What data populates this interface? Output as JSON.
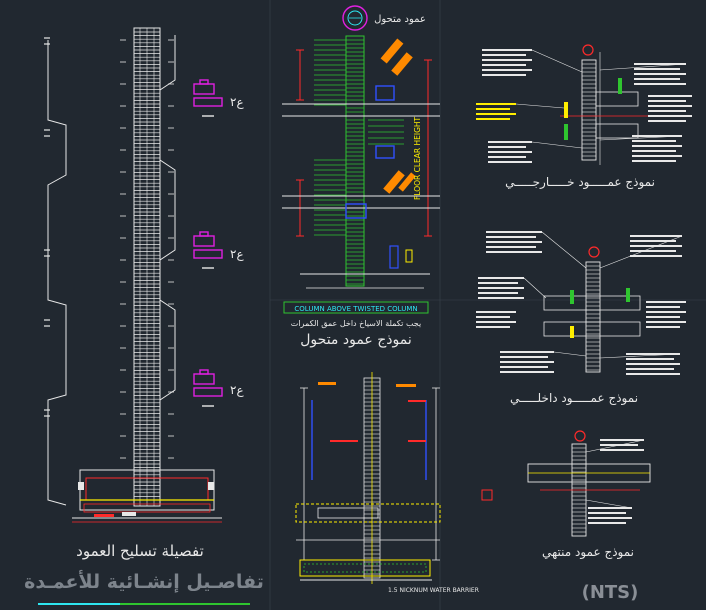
{
  "colors": {
    "background": "#212830",
    "white": "#e8e8e8",
    "cyan": "#2ee6f0",
    "green": "#2fc52f",
    "yellow": "#ffee00",
    "red": "#ff2a2a",
    "magenta": "#e020e0",
    "orange": "#ff8a00",
    "blue": "#3050ff",
    "grey": "#8a8f96",
    "title_grey": "#7d848c"
  },
  "labels": {
    "main_title": "تفاصـيل إنشـائية للأعمـدة",
    "nts": "(NTS)",
    "col_reinforcement_detail": "تفصيلة تسليح العمود",
    "twisted_column": "نموذج عمود متحول",
    "twisted_column_header": "عمود متحول",
    "column_above_twisted": "COLUMN ABOVE TWISTED COLUMN",
    "twisted_note": "يجب تكملة الاسياخ داخل عمق الكمرات",
    "floor_clear_height": "FLOOR CLEAR HEIGHT",
    "external_column": "نموذج عمـــــود خـــــارجـــــي",
    "internal_column": "نموذج عمـــــود داخلـــــي",
    "end_column": "نموذج عمود منتهي",
    "mesh_marker": "ع٢",
    "water_barrier": "1.5 NICKNUM WATER BARRIER"
  },
  "icons": [
    "section-marker-icon",
    "detail-bubble-icon"
  ]
}
